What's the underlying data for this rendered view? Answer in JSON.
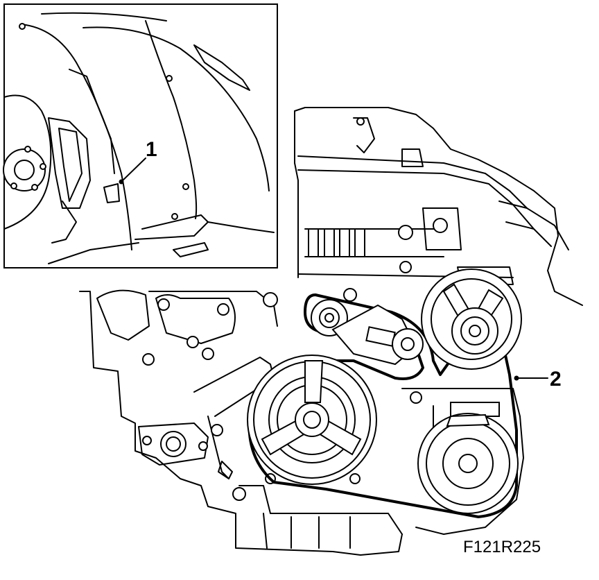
{
  "callouts": {
    "one": "1",
    "two": "2"
  },
  "figure_code": "F121R225"
}
